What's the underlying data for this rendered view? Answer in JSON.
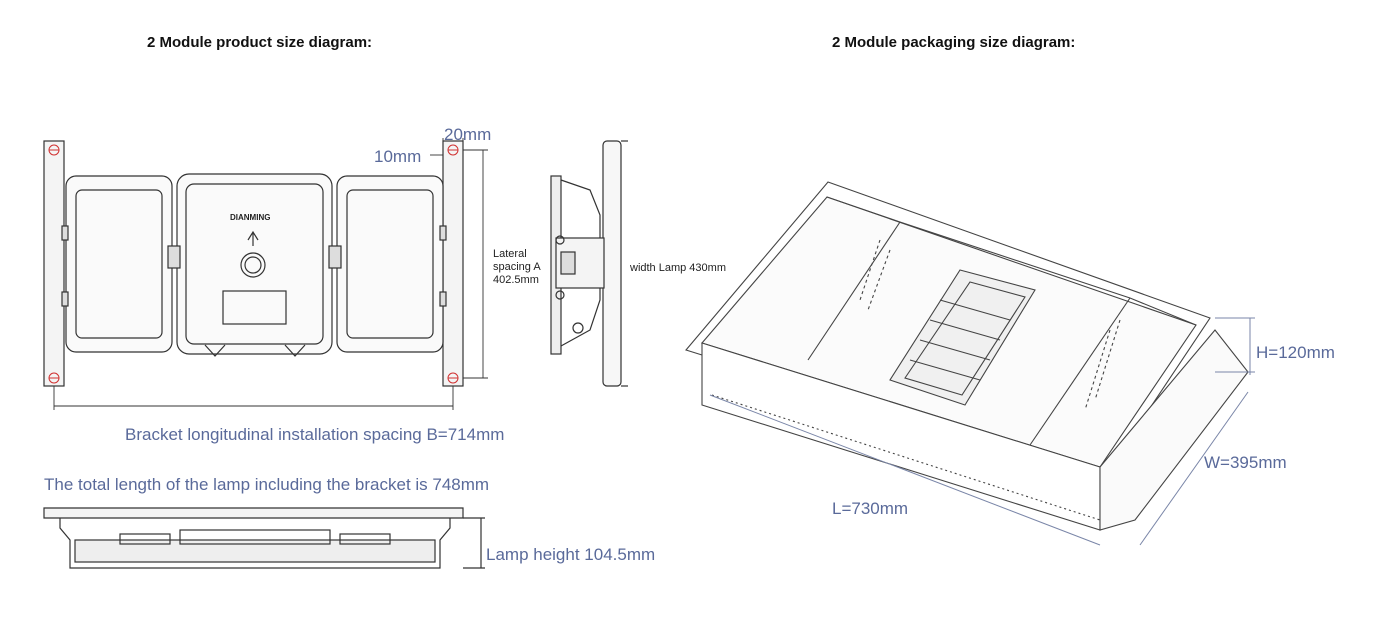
{
  "headings": {
    "product": "2 Module product size diagram:",
    "packaging": "2 Module packaging size diagram:"
  },
  "product": {
    "dim_20mm": "20mm",
    "dim_10mm": "10mm",
    "lateral_line1": "Lateral",
    "lateral_line2": "spacing A",
    "lateral_line3": "402.5mm",
    "width_lamp": "width Lamp 430mm",
    "bracket_spacing": "Bracket longitudinal installation spacing B=714mm",
    "total_length": "The total length of the lamp including the bracket is 748mm",
    "lamp_height": "Lamp height 104.5mm",
    "brand_mark": "DIANMING"
  },
  "packaging": {
    "height": "H=120mm",
    "width": "W=395mm",
    "length": "L=730mm"
  },
  "colors": {
    "dimension_text": "#5a6a9a",
    "line": "#333333",
    "accent_red": "#d03030"
  }
}
